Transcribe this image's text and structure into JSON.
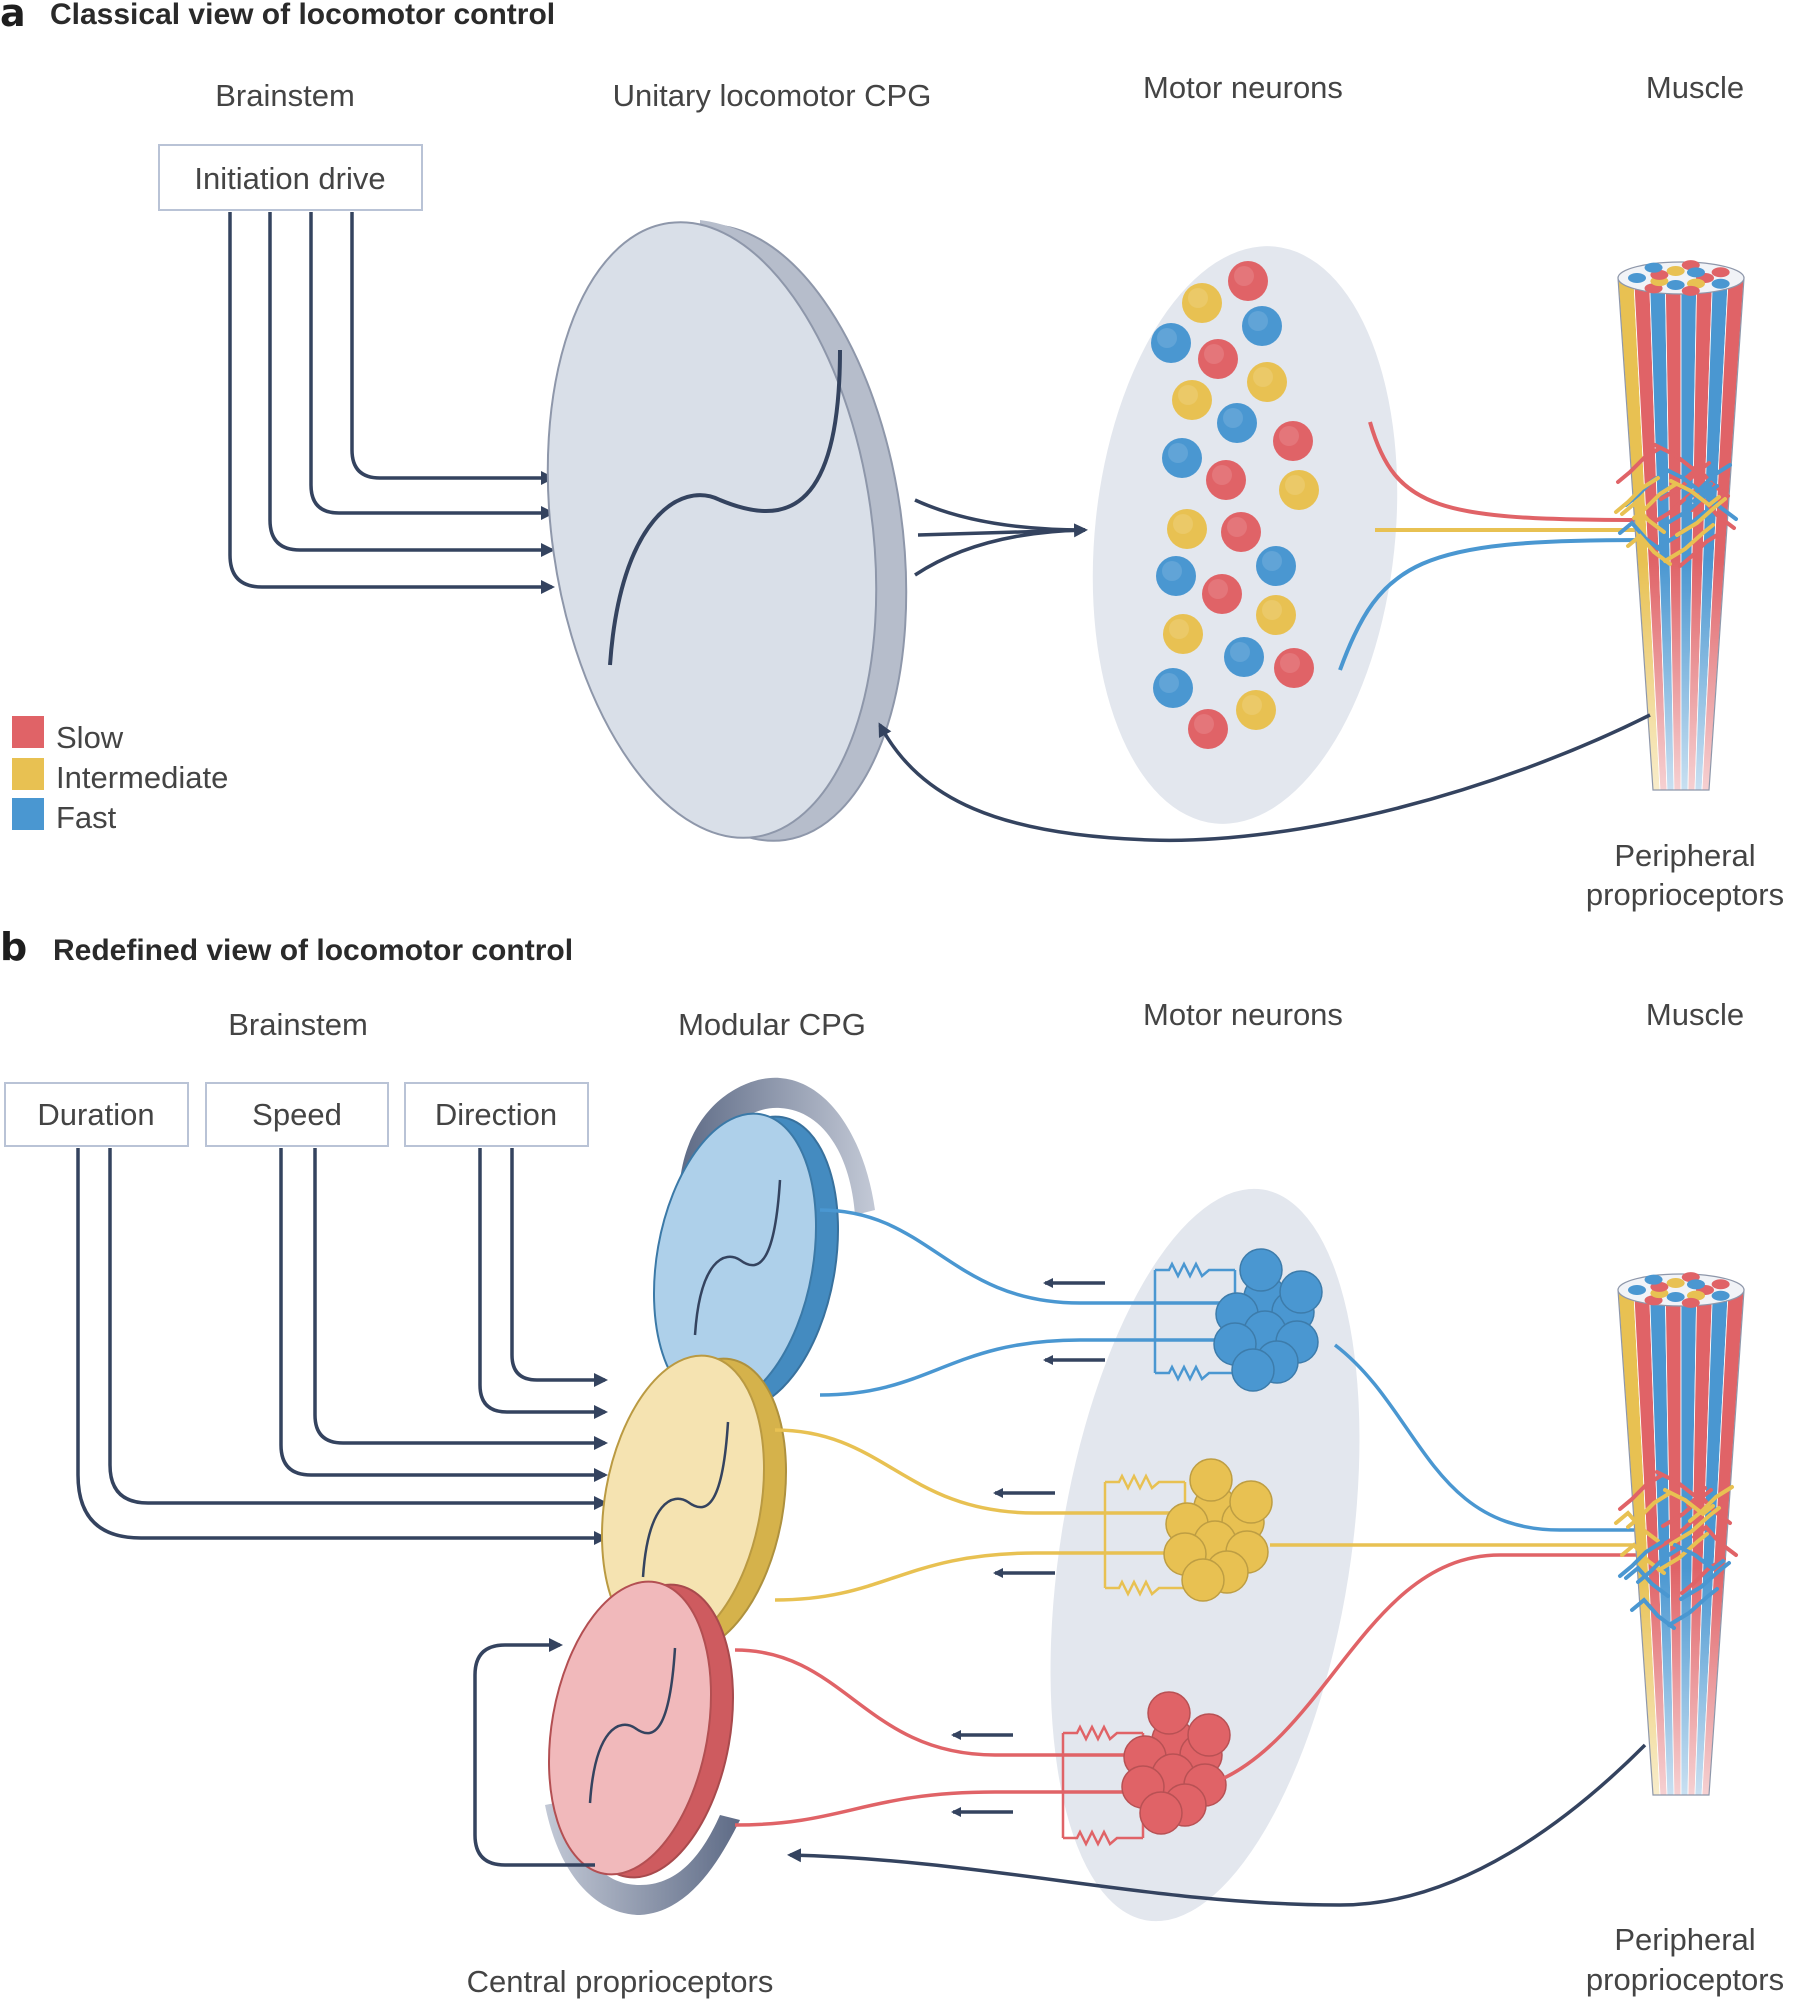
{
  "colors": {
    "slow": "#e06367",
    "intermediate": "#e8c152",
    "fast": "#4a97d1",
    "navy": "#34435f",
    "pool_bg": "#e3e7ee",
    "cpg_face": "#d9dfe8",
    "cpg_side": "#b6bdcb"
  },
  "panel_a": {
    "letter": "a",
    "title": "Classical view of locomotor control",
    "columns": {
      "brainstem": "Brainstem",
      "cpg": "Unitary locomotor CPG",
      "motor_neurons": "Motor neurons",
      "muscle": "Muscle"
    },
    "initiation_box": "Initiation drive",
    "feedback_label": [
      "Peripheral",
      "proprioceptors"
    ],
    "legend": [
      {
        "label": "Slow",
        "color_key": "slow"
      },
      {
        "label": "Intermediate",
        "color_key": "intermediate"
      },
      {
        "label": "Fast",
        "color_key": "fast"
      }
    ]
  },
  "panel_b": {
    "letter": "b",
    "title": "Redefined view of locomotor control",
    "columns": {
      "brainstem": "Brainstem",
      "cpg": "Modular CPG",
      "motor_neurons": "Motor neurons",
      "muscle": "Muscle"
    },
    "brainstem_boxes": [
      "Duration",
      "Speed",
      "Direction"
    ],
    "central_label": "Central proprioceptors",
    "feedback_label": [
      "Peripheral",
      "proprioceptors"
    ],
    "modules": [
      "fast",
      "intermediate",
      "slow"
    ]
  }
}
